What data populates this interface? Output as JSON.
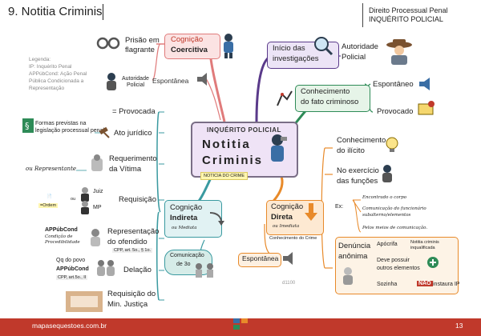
{
  "header": {
    "title": "9. Notitia Criminis",
    "subject": "Direito Processual Penal",
    "subtopic": "INQUÉRITO POLICIAL"
  },
  "legend": {
    "title": "Legenda:",
    "ip": "IP: Inquérito Penal",
    "appubcond": "APPúbCond: Ação Penal",
    "appubcond2": "Pública Condicionada a",
    "appubcond3": "Representação"
  },
  "center": {
    "small": "INQUÉRITO POLICIAL",
    "big1": "Notitia",
    "big2": "Criminis",
    "tag": "NOTICIA DO CRIME"
  },
  "coercitiva": {
    "label1": "Cognição",
    "label2": "Coercitiva",
    "prisao1": "Prisão em",
    "prisao2": "flagrante",
    "autoridade1": "Autoridade",
    "autoridade2": "Policial"
  },
  "espontanea_top": "Espontânea",
  "investigacoes": {
    "line1": "Início das",
    "line2": "investigações",
    "autoridade1": "Autoridade",
    "autoridade2": "Policial"
  },
  "conhecimento": {
    "line1": "Conhecimento",
    "line2": "do fato criminoso",
    "espontaneo": "Espontâneo",
    "provocado": "Provocado"
  },
  "direta": {
    "line1": "Cognição",
    "line2": "Direta",
    "sub": "ou Imediata",
    "tag": "Conhecimento do Crime",
    "ilicito1": "Conhecimento",
    "ilicito2": "do ilícito",
    "exercicio1": "No exercício",
    "exercicio2": "das funções",
    "ex": "Ex:",
    "ex1": "Encontrado o corpo",
    "ex2a": "Comunicação do funcionário",
    "ex2b": "subalterno/elementos",
    "ex3": "Pelos meios de comunicação."
  },
  "espontanea_bottom": "Espontânea",
  "denuncia": {
    "line1": "Denúncia",
    "line2": "anônima",
    "apocrifa": "Apócrifa",
    "notitia1": "Notitia criminis",
    "notitia2": "inqualificada",
    "deve1": "Deve possuir",
    "deve2": "outros elementos",
    "sozinha": "Sozinha",
    "nao": "NÃO",
    "instaura": "instaura IP"
  },
  "indireta": {
    "line1": "Cognição",
    "line2": "Indireta",
    "sub": "ou Mediata",
    "provocada": "= Provocada",
    "formas1": "Formas previstas na",
    "formas2": "legislação processual penal",
    "ato": "Ato jurídico",
    "req1": "Requerimento",
    "req2": "da Vítima",
    "representante": "ou Representante",
    "requisicao": "Requisição",
    "juiz": "Juiz",
    "ou": "ou",
    "mp": "MP",
    "ordem": "=Ordem",
    "appubcond": "APPúbCond",
    "condicao1": "Condição de",
    "condicao2": "Procedibilidade",
    "repr1": "Representação",
    "repr2": "do ofendido",
    "cpp1": "CPP, art. 5o., § 1o.",
    "qq": "Qq do povo",
    "appubcond_b": "APPúbCond",
    "cpp2": "CPP, art.5o., II",
    "delacao": "Delação",
    "reqmin1": "Requisição do",
    "reqmin2": "Min. Justiça"
  },
  "comunicacao": {
    "line1": "Comunicação",
    "line2": "de 3o"
  },
  "code": "d1100",
  "footer": {
    "site": "mapasequestoes.com.br",
    "page": "13"
  }
}
